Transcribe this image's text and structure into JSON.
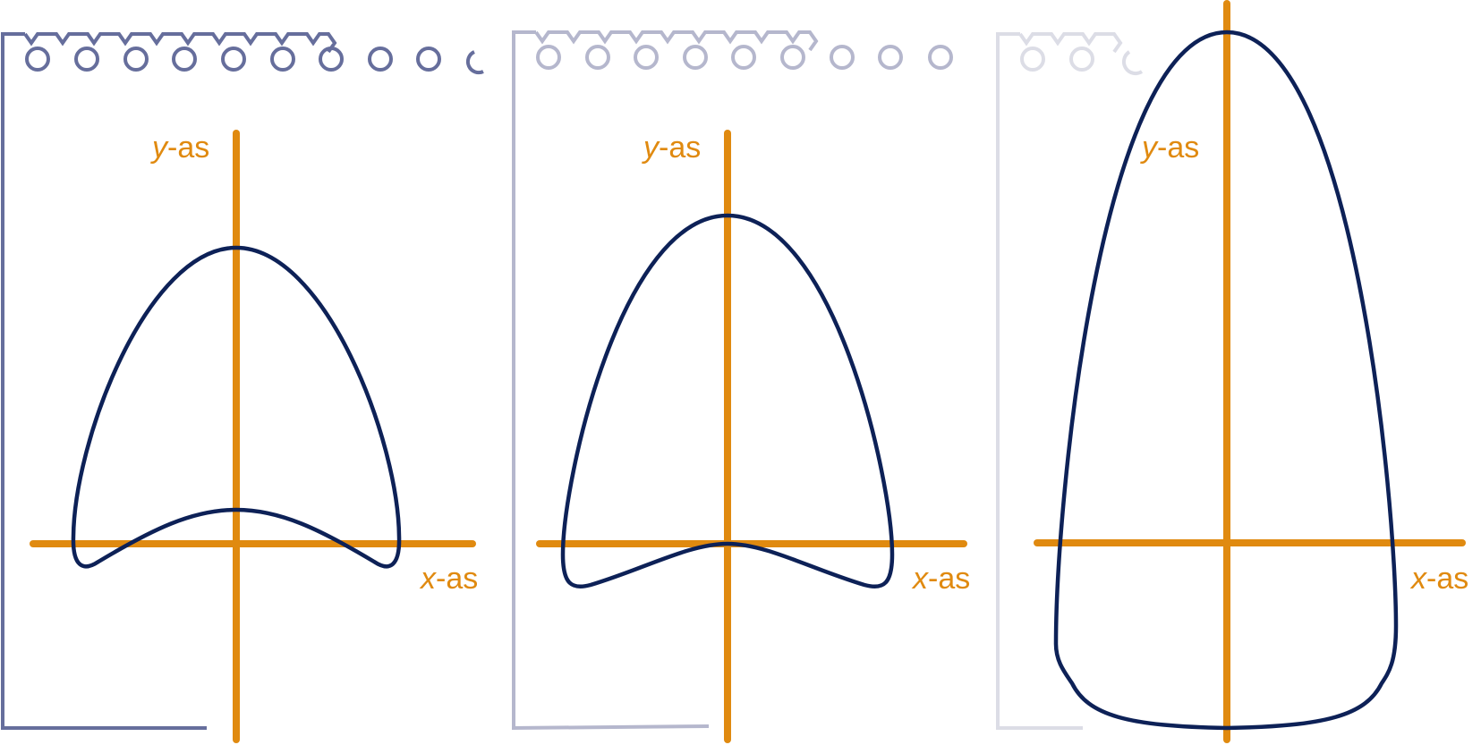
{
  "colors": {
    "axis": "#e08a10",
    "curve": "#0d2157",
    "notebook_1": "#666e9c",
    "notebook_2": "#b5b7cd",
    "notebook_3": "#dcdde6"
  },
  "panels": [
    {
      "x_axis_var": "x",
      "x_axis_suffix": "-as",
      "y_axis_var": "y",
      "y_axis_suffix": "-as"
    },
    {
      "x_axis_var": "x",
      "x_axis_suffix": "-as",
      "y_axis_var": "y",
      "y_axis_suffix": "-as"
    },
    {
      "x_axis_var": "x",
      "x_axis_suffix": "-as",
      "y_axis_var": "y",
      "y_axis_suffix": "-as"
    }
  ]
}
